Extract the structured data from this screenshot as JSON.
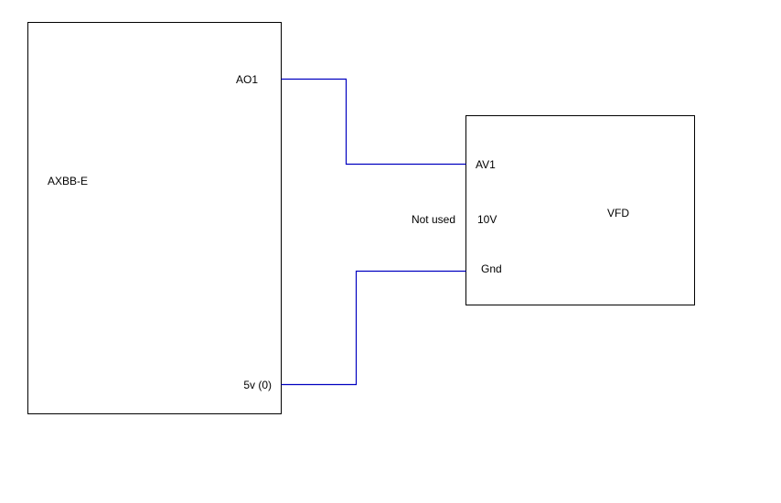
{
  "diagram": {
    "wire_color": "#0000c0",
    "line_color": "#000000",
    "background": "#ffffff",
    "blocks": [
      {
        "id": "axbb",
        "name": "AXBB-E",
        "pins": [
          {
            "label": "AO1"
          },
          {
            "label": "5v (0)"
          }
        ]
      },
      {
        "id": "vfd",
        "name": "VFD",
        "pins": [
          {
            "label": "AV1"
          },
          {
            "label": "10V"
          },
          {
            "label": "Gnd"
          }
        ]
      }
    ],
    "connections": [
      {
        "from": "AXBB-E.AO1",
        "to": "VFD.AV1"
      },
      {
        "from": "AXBB-E.5v (0)",
        "to": "VFD.Gnd"
      }
    ],
    "annotations": [
      {
        "text": "Not used",
        "target": "VFD.10V"
      }
    ]
  }
}
